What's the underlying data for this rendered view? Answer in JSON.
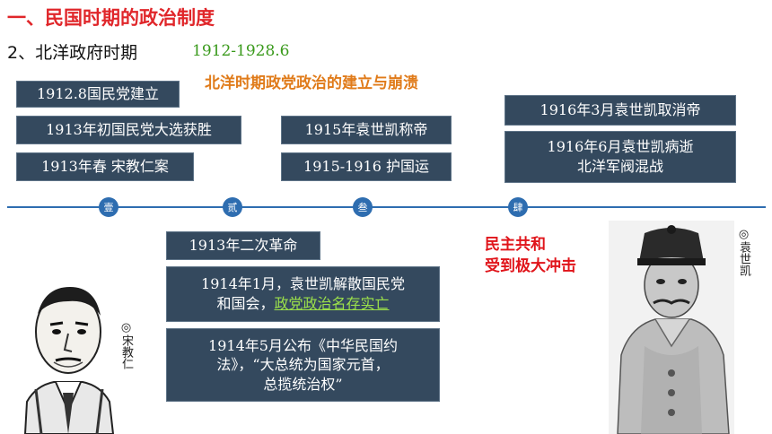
{
  "title": "一、民国时期的政治制度",
  "subtitle": "2、北洋政府时期",
  "period": "1912-1928.6",
  "heading": "北洋时期政党政治的建立与崩溃",
  "timeline": {
    "markers": [
      "壹",
      "贰",
      "叁",
      "肆"
    ]
  },
  "events": {
    "e1": "1912.8国民党建立",
    "e2": "1913年初国民党大选获胜",
    "e3": "1913年春 宋教仁案",
    "e4": "1915年袁世凯称帝",
    "e5": "1915-1916 护国运",
    "e6": "1916年3月袁世凯取消帝",
    "e7_line1": "1916年6月袁世凯病逝",
    "e7_line2": "北洋军阀混战",
    "e8": "1913年二次革命",
    "e9_line1": "1914年1月，袁世凯解散国民党",
    "e9_line2_prefix": "和国会，",
    "e9_line2_highlight": "政党政治名存实亡",
    "e10_line1": "1914年5月公布《中华民国约",
    "e10_line2": "法》，“大总统为国家元首，",
    "e10_line3": "总揽统治权”"
  },
  "impact": {
    "line1": "民主共和",
    "line2": "受到极大冲击"
  },
  "captions": {
    "song": "◎宋教仁",
    "yuan": "◎袁世凯"
  },
  "colors": {
    "title": "#e0262a",
    "period": "#3a9a1c",
    "heading": "#e07b1a",
    "box": "#34495e",
    "timeline": "#2e6db0",
    "impact": "#e0141a",
    "highlight": "#9be04a"
  }
}
